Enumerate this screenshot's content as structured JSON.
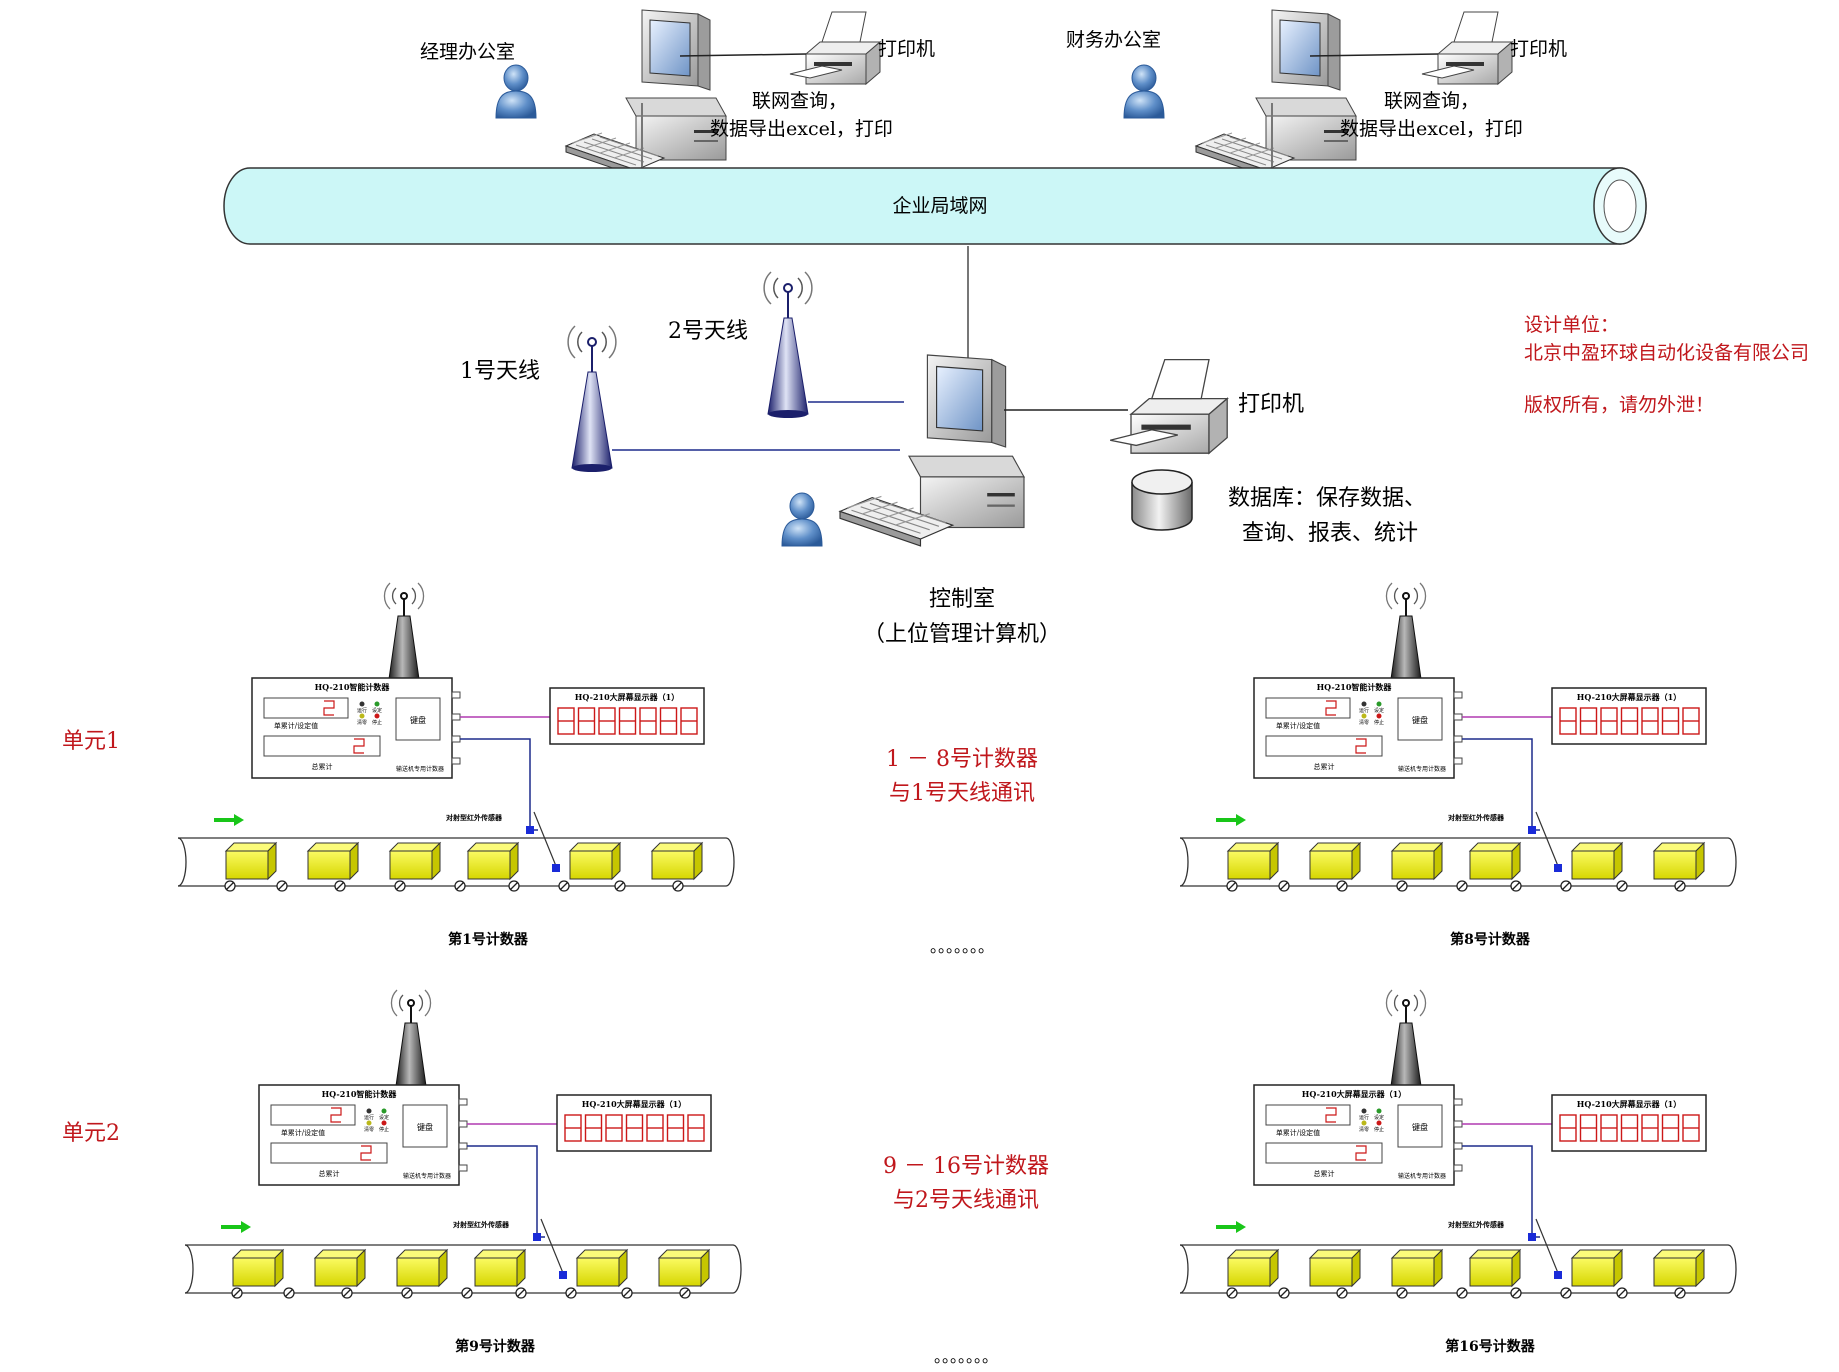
{
  "network": {
    "label": "企业局域网"
  },
  "offices": {
    "manager": {
      "label": "经理办公室",
      "printer": "打印机",
      "desc_line1": "联网查询，",
      "desc_line2": "数据导出excel，打印"
    },
    "finance": {
      "label": "财务办公室",
      "printer": "打印机",
      "desc_line1": "联网查询，",
      "desc_line2": "数据导出excel，打印"
    }
  },
  "antennas": {
    "a1": "1号天线",
    "a2": "2号天线"
  },
  "control_room": {
    "printer": "打印机",
    "db_line1": "数据库：保存数据、",
    "db_line2": "查询、报表、统计",
    "title_line1": "控制室",
    "title_line2": "（上位管理计算机）"
  },
  "designer": {
    "label": "设计单位：",
    "company": "北京中盈环球自动化设备有限公司",
    "copyright": "版权所有，请勿外泄！"
  },
  "units": [
    {
      "label": "单元1",
      "comm_line1": "1 － 8号计数器",
      "comm_line2": "与1号天线通讯",
      "ellipsis": "。。。。。。。"
    },
    {
      "label": "单元2",
      "comm_line1": "9 － 16号计数器",
      "comm_line2": "与2号天线通讯",
      "ellipsis": "。。。。。。。"
    }
  ],
  "counter_panel": {
    "title_a": "HQ-210智能计数器",
    "title_b": "HQ-210大屏幕显示器（1）",
    "single_count": "单累计/设定值",
    "total": "总累计",
    "keyboard": "键盘",
    "footer": "输送机专用计数器",
    "ind_run": "运行",
    "ind_set": "设定",
    "ind_clear": "清零",
    "ind_stop": "停止",
    "display_title": "HQ-210大屏幕显示器（1）",
    "sensor": "对射型红外传感器"
  },
  "stations": [
    {
      "caption": "第1号计数器",
      "panel_title": "HQ-210智能计数器"
    },
    {
      "caption": "第8号计数器",
      "panel_title": "HQ-210智能计数器"
    },
    {
      "caption": "第9号计数器",
      "panel_title": "HQ-210智能计数器"
    },
    {
      "caption": "第16号计数器",
      "panel_title": "HQ-210大屏幕显示器（1）"
    }
  ],
  "colors": {
    "pipe": "#ccf7f7",
    "red_text": "#c0171c",
    "link_blue": "#1d2c8c",
    "link_magenta": "#b03ab0",
    "box_yellow": "#f4f40a",
    "arrow_green": "#19c619",
    "sensor_blue": "#1a2bd8",
    "digit_red": "#cc1818"
  },
  "icons": [
    "user-icon",
    "computer-icon",
    "printer-icon",
    "antenna-icon",
    "database-icon",
    "counter-station"
  ]
}
